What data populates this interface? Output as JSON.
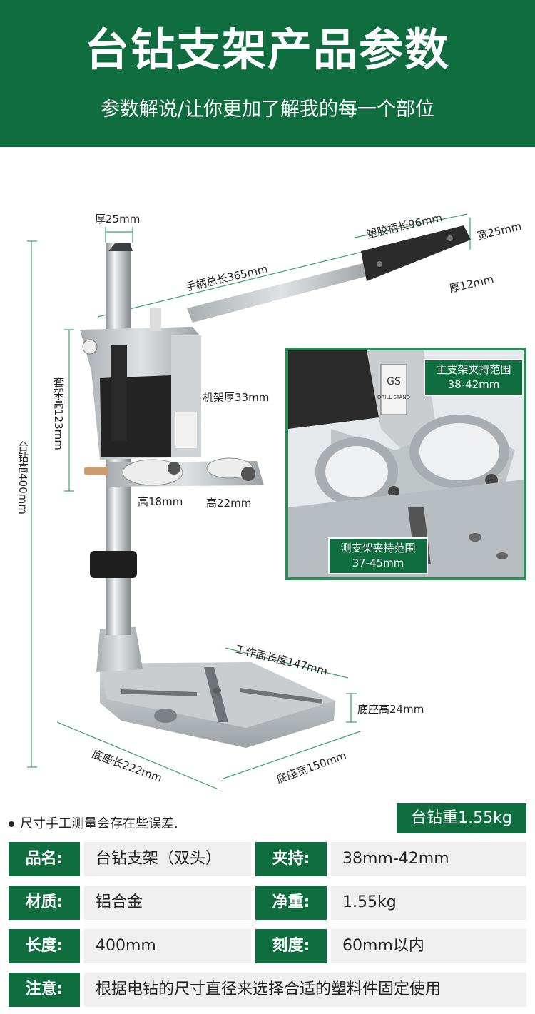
{
  "header": {
    "title": "台钻支架产品参数",
    "subtitle": "参数解说/让你更加了解我的每一个部位"
  },
  "dimensions": {
    "thickness_top": "厚25mm",
    "handle_total": "手柄总长365mm",
    "grip_length": "塑胶柄长96mm",
    "grip_width": "宽25mm",
    "grip_thickness": "厚12mm",
    "sleeve_height": "套架高123mm",
    "total_height": "台钻高400mm",
    "frame_thickness": "机架厚33mm",
    "clamp_h18": "高18mm",
    "clamp_h22": "高22mm",
    "work_surface": "工作面长度147mm",
    "base_height": "底座高24mm",
    "base_length": "底座长222mm",
    "base_width": "底座宽150mm"
  },
  "inset": {
    "main_clamp_label": "主支架夹持范围",
    "main_clamp_range": "38-42mm",
    "side_clamp_label": "测支架夹持范围",
    "side_clamp_range": "37-45mm",
    "logo_text": "GS",
    "brand_text": "DRILL STAND"
  },
  "footer": {
    "note": "尺寸手工测量会存在些误差.",
    "weight_badge": "台钻重1.55kg"
  },
  "specs": [
    {
      "label": "品名:",
      "value": "台钻支架（双头）",
      "label2": "夹持:",
      "value2": "38mm-42mm"
    },
    {
      "label": "材质:",
      "value": "铝合金",
      "label2": "净重:",
      "value2": "1.55kg"
    },
    {
      "label": "长度:",
      "value": "400mm",
      "label2": "刻度:",
      "value2": "60mm以内"
    },
    {
      "label": "注意:",
      "value": "根据电钻的尺寸直径来选择合适的塑料件固定使用"
    }
  ],
  "colors": {
    "brand_green": "#0f6d3f",
    "dimension_line": "#3aa36b",
    "metal": "#b9bec2"
  }
}
